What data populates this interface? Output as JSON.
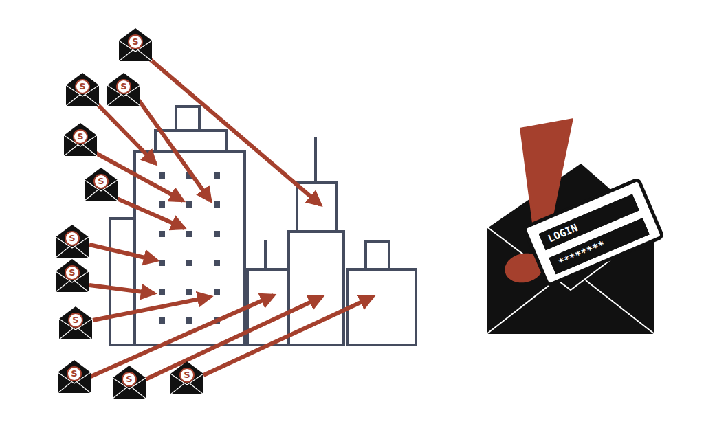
{
  "diagram": {
    "labels": [
      "S",
      "S",
      "S",
      "S",
      "S",
      "S",
      "S",
      "S",
      "S",
      "S",
      "S",
      "LOGIN",
      "********"
    ]
  }
}
